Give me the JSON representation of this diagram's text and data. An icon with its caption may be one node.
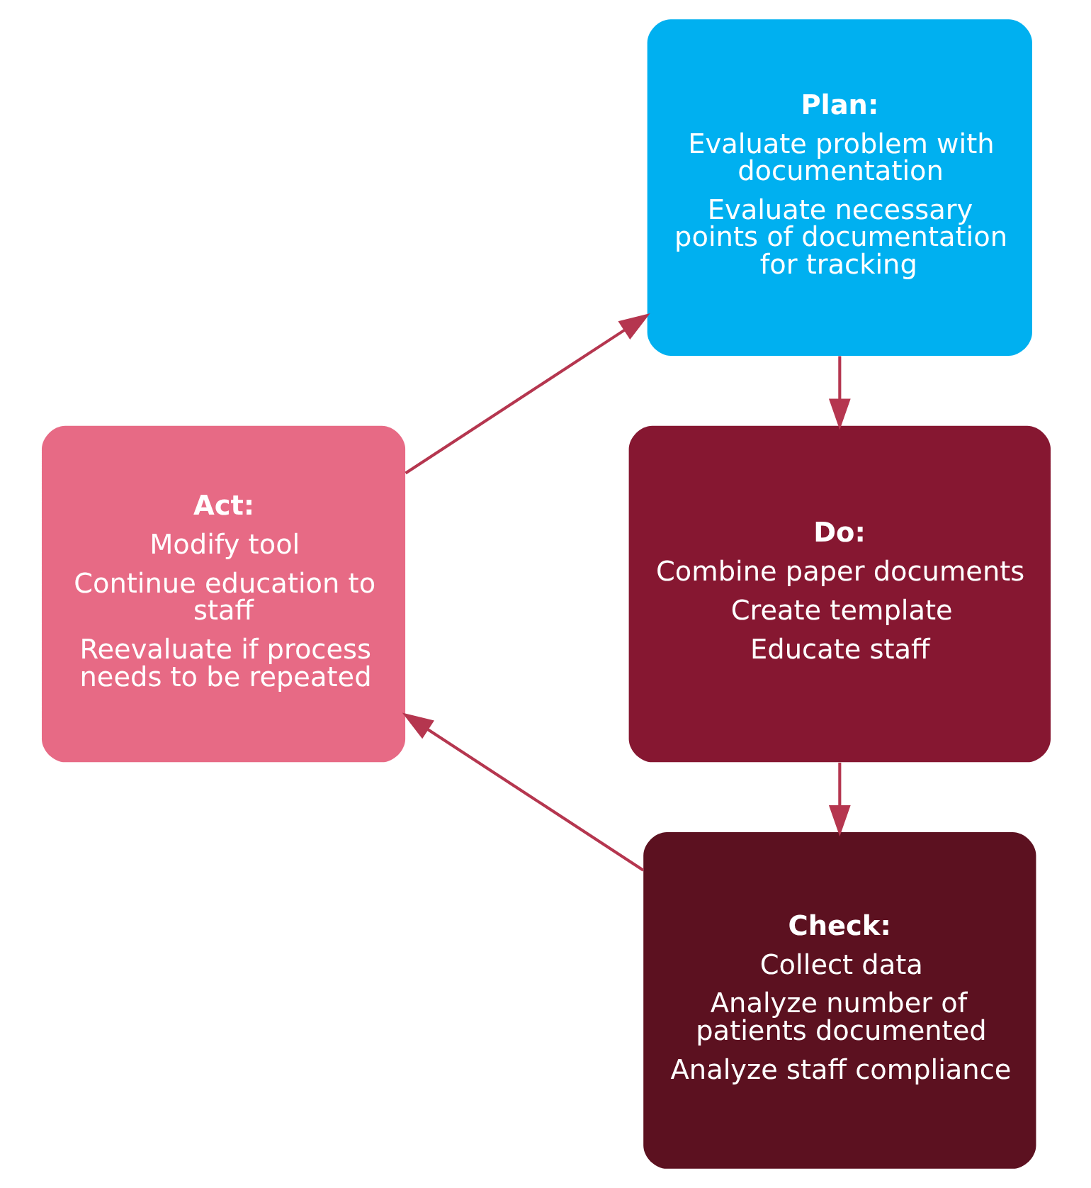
{
  "diagram": {
    "nodes": [
      {
        "text": [
          "Plan:",
          "Evaluate problem with documentation",
          "Evaluate necessary points of documentation for tracking"
        ]
      },
      {
        "text": [
          "Do:",
          "Combine paper documents",
          "Create template",
          "Educate staff"
        ]
      },
      {
        "text": [
          "Check:",
          "Collect data",
          "Analyze number of patients documented",
          "Analyze staff compliance"
        ]
      },
      {
        "text": [
          "Act:",
          "Modify tool",
          "Continue education to staff",
          "Reevaluate if process needs to be repeated"
        ]
      }
    ],
    "edges": [
      {
        "from": 0,
        "to": 1,
        "arrow": "to"
      },
      {
        "from": 1,
        "to": 2,
        "arrow": "to"
      },
      {
        "from": 2,
        "to": 3,
        "arrow": "to"
      },
      {
        "from": 3,
        "to": 0,
        "arrow": "to"
      }
    ]
  }
}
